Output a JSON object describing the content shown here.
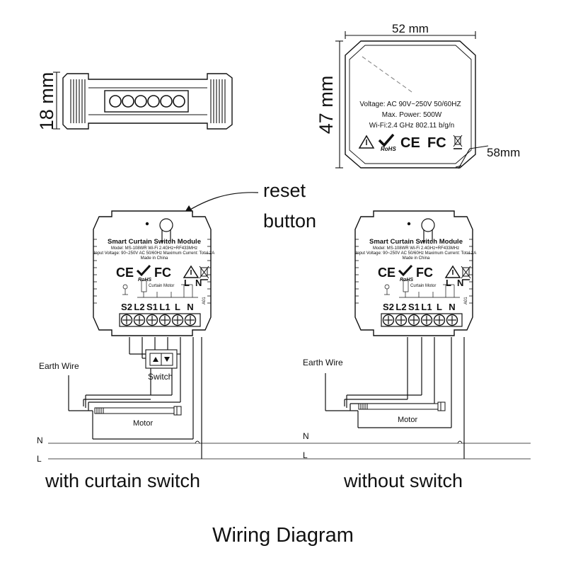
{
  "dimensions": {
    "width": "52 mm",
    "height": "47 mm",
    "depth": "18 mm",
    "diagonal": "58mm"
  },
  "label_plate": {
    "voltage": "Voltage: AC 90V~250V   50/60HZ",
    "power": "Max. Power: 500W",
    "wifi": "Wi-Fi:2.4 GHz   802.11 b/g/n",
    "rohs": "RoHS",
    "ce": "CE",
    "fc": "FC"
  },
  "reset": {
    "line1": "reset",
    "line2": "button"
  },
  "module": {
    "title": "Smart Curtain Switch Module",
    "model": "Model: MS-108WR   Wi-Fi 2.4GHz+RF433MHz",
    "input": "Input Voltage: 90~250V AC 50/60Hz  Maximum Current: Total 2A",
    "made": "Made in China",
    "ce": "CE",
    "fc": "FC",
    "rohs": "RoHS",
    "curtain_motor": "Curtain Motor",
    "code": "A01"
  },
  "terminals": [
    "S2",
    "L2",
    "S1",
    "L1",
    "L",
    "N"
  ],
  "wiring": {
    "earth_wire": "Earth Wire",
    "switch": "Switch",
    "motor": "Motor",
    "n": "N",
    "l": "L"
  },
  "captions": {
    "left": "with curtain switch",
    "right": "without switch",
    "title": "Wiring Diagram"
  }
}
